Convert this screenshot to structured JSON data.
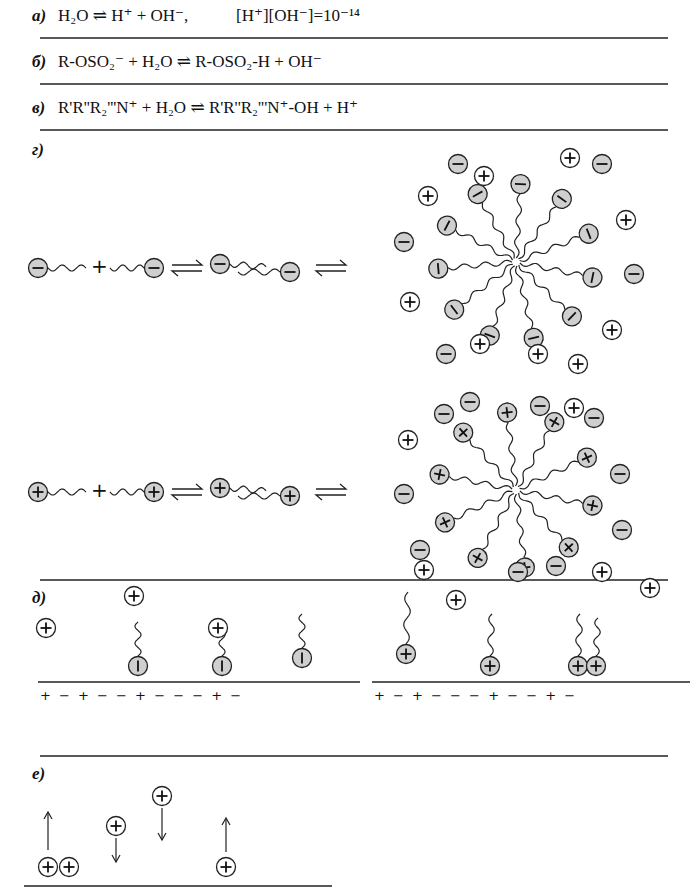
{
  "diagram": {
    "labels": [
      "а)",
      "H₂O ⇌ H⁺ + OH⁻,",
      "[H⁺][OH⁻]=10⁻¹⁴",
      "б)",
      "R-OSO₂⁻ + H₂O ⇌ R-OSO₂-H + OH⁻",
      "в)",
      "R'R''R₂'''N⁺ + H₂O ⇌ R'R''R₂'''N⁺-OH + H⁺",
      "г)",
      "+",
      "+",
      "д)",
      "+ − + − − + − − − + −",
      "+ − + − − − + − − + −",
      "е)"
    ]
  }
}
